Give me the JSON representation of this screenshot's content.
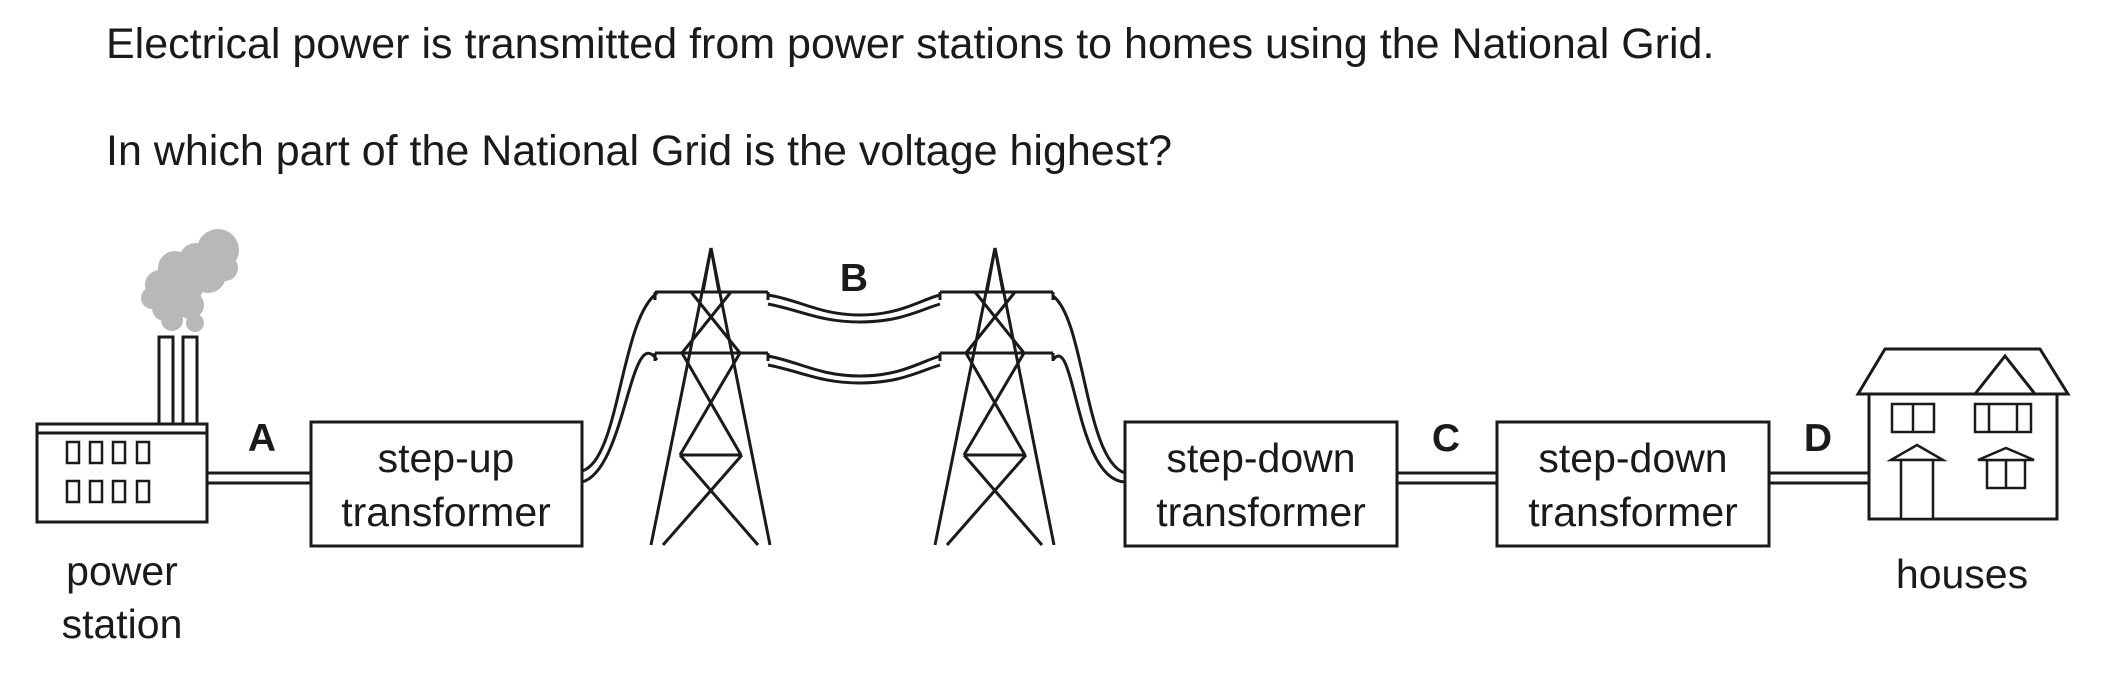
{
  "question": {
    "statement": "Electrical power is transmitted from power stations to homes using the National Grid.",
    "prompt": "In which part of the National Grid is the voltage highest?"
  },
  "diagram": {
    "power_station": {
      "line1": "power",
      "line2": "station"
    },
    "step_up": {
      "line1": "step-up",
      "line2": "transformer"
    },
    "step_down_1": {
      "line1": "step-down",
      "line2": "transformer"
    },
    "step_down_2": {
      "line1": "step-down",
      "line2": "transformer"
    },
    "houses": {
      "label": "houses"
    },
    "options": {
      "a": "A",
      "b": "B",
      "c": "C",
      "d": "D"
    }
  }
}
